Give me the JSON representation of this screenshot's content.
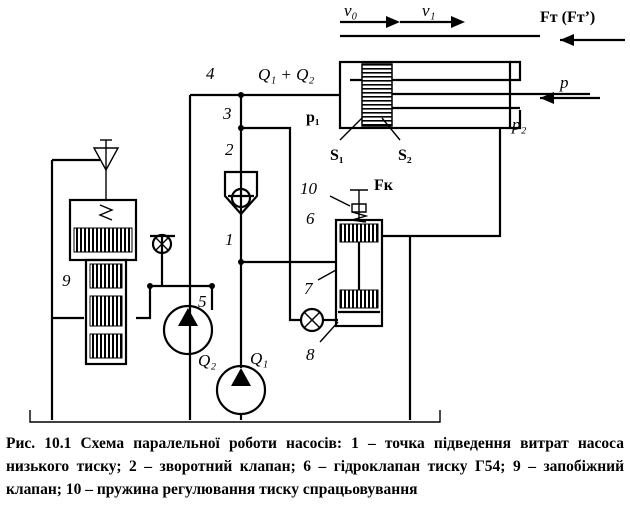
{
  "labels": {
    "n1": "1",
    "n2": "2",
    "n3": "3",
    "n4": "4",
    "n5": "5",
    "n6": "6",
    "n7": "7",
    "n8": "8",
    "n9": "9",
    "n10": "10",
    "flow": "Q₁ + Q₂",
    "q1": "Q₁",
    "q2": "Q₂",
    "v0": "v₀",
    "v1": "v₁",
    "force": "Fт (Fт’)",
    "p": "p",
    "p1": "p₁",
    "p2": "p₂",
    "s1": "S₁",
    "s2": "S₂",
    "fk": "Fк"
  },
  "caption": "Рис. 10.1 Схема паралельної роботи насосів: 1 – точка підведення витрат насоса низького тиску; 2 – зворотний клапан; 6 – гідроклапан тиску Г54; 9 – запобіжний клапан; 10 – пружина регулювання тиску спрацьовування"
}
